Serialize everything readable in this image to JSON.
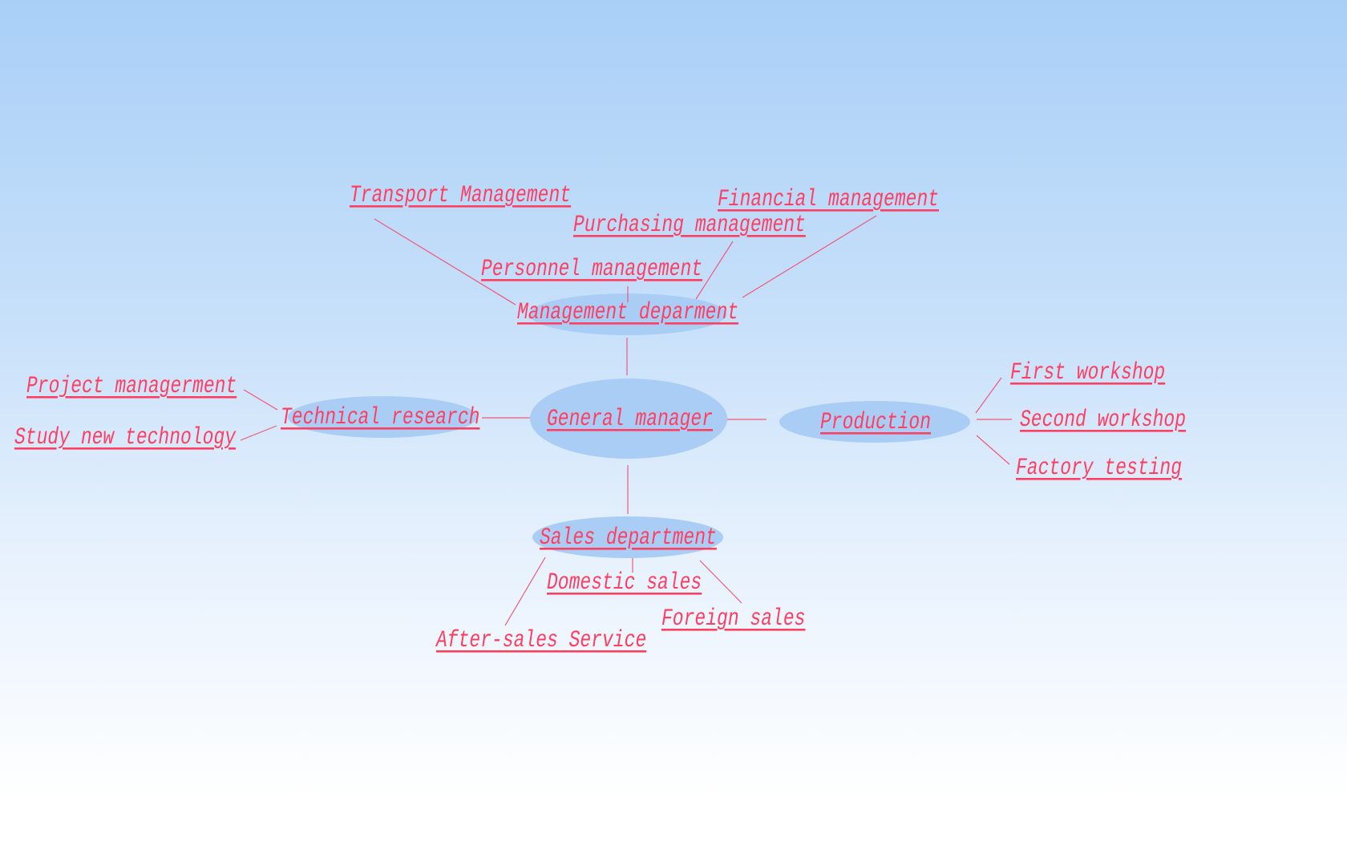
{
  "colors": {
    "node_fill": "#a9cdf5",
    "line": "#f0587a",
    "text": "#ff3f62"
  },
  "nodes": {
    "general_manager": "General manager",
    "management": "Management deparment",
    "technical": "Technical research",
    "production": "Production",
    "sales": "Sales department"
  },
  "management_children": [
    "Transport Management",
    "Financial management",
    "Purchasing management",
    "Personnel management"
  ],
  "technical_children": [
    "Project managerment",
    "Study new technology"
  ],
  "production_children": [
    "First workshop",
    "Second workshop",
    "Factory testing"
  ],
  "sales_children": [
    "Domestic sales",
    "Foreign sales",
    "After-sales Service"
  ]
}
